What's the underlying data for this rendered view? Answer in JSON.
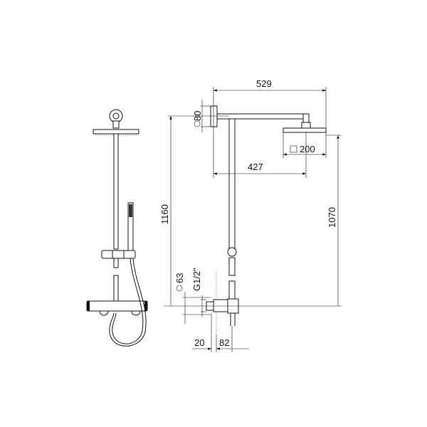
{
  "dimensions": {
    "arm_reach": "529",
    "column_offset": "427",
    "head_size": "200",
    "wall_plate_diameter": "80",
    "total_height": "1160",
    "head_height": "1070",
    "valve_plate_diameter": "63",
    "thread": "G1/2\"",
    "wall_gap": "20",
    "projection": "82"
  }
}
